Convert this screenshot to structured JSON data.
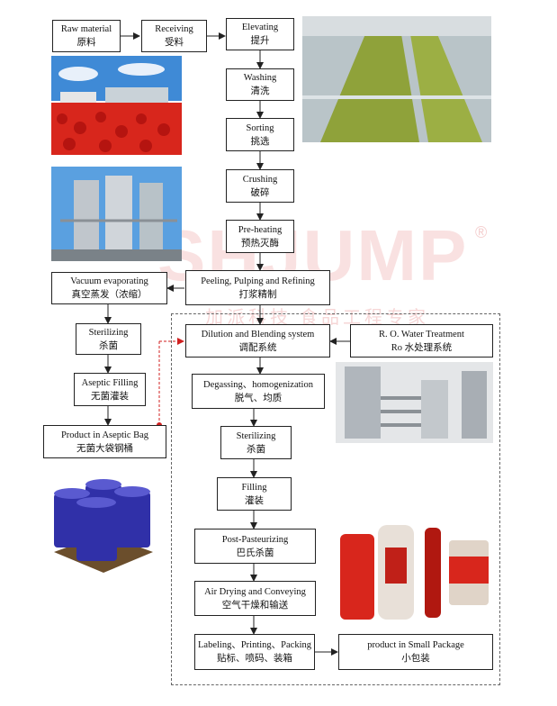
{
  "watermark": {
    "brand": "SHJUMP",
    "registered": "®",
    "slogan": "加派科技  食品工程专家"
  },
  "left_column": [
    {
      "en": "Raw material",
      "cn": "原料"
    },
    {
      "en": "Receiving",
      "cn": "受料"
    },
    {
      "en": "Vacuum evaporating",
      "cn": "真空蒸发（浓缩）"
    },
    {
      "en": "Sterilizing",
      "cn": "杀菌"
    },
    {
      "en": "Aseptic Filling",
      "cn": "无菌灌装"
    },
    {
      "en": "Product in Aseptic Bag",
      "cn": "无菌大袋钢桶"
    }
  ],
  "main_column": [
    {
      "en": "Elevating",
      "cn": "提升"
    },
    {
      "en": "Washing",
      "cn": "清洗"
    },
    {
      "en": "Sorting",
      "cn": "挑选"
    },
    {
      "en": "Crushing",
      "cn": "破碎"
    },
    {
      "en": "Pre-heating",
      "cn": "预热灭酶"
    },
    {
      "en": "Peeling, Pulping and Refining",
      "cn": "打浆精制"
    }
  ],
  "inner_section": [
    {
      "en": "Dilution and Blending system",
      "cn": "调配系统"
    },
    {
      "en": "R. O. Water Treatment",
      "cn": "Ro 水处理系统"
    },
    {
      "en": "Degassing、homogenization",
      "cn": "脱气、均质"
    },
    {
      "en": "Sterilizing",
      "cn": "杀菌"
    },
    {
      "en": "Filling",
      "cn": "灌装"
    },
    {
      "en": "Post-Pasteurizing",
      "cn": "巴氏杀菌"
    },
    {
      "en": "Air Drying and Conveying",
      "cn": "空气干燥和输送"
    },
    {
      "en": "Labeling、Printing、Packing",
      "cn": "贴标、喷码、装箱"
    },
    {
      "en": "product in Small Package",
      "cn": "小包装"
    }
  ],
  "colors": {
    "tomato": "#d8261c",
    "sky": "#3f8ad6",
    "steel": "#b8c2c8",
    "drum": "#3030a8",
    "arrow_red": "#d02020"
  }
}
